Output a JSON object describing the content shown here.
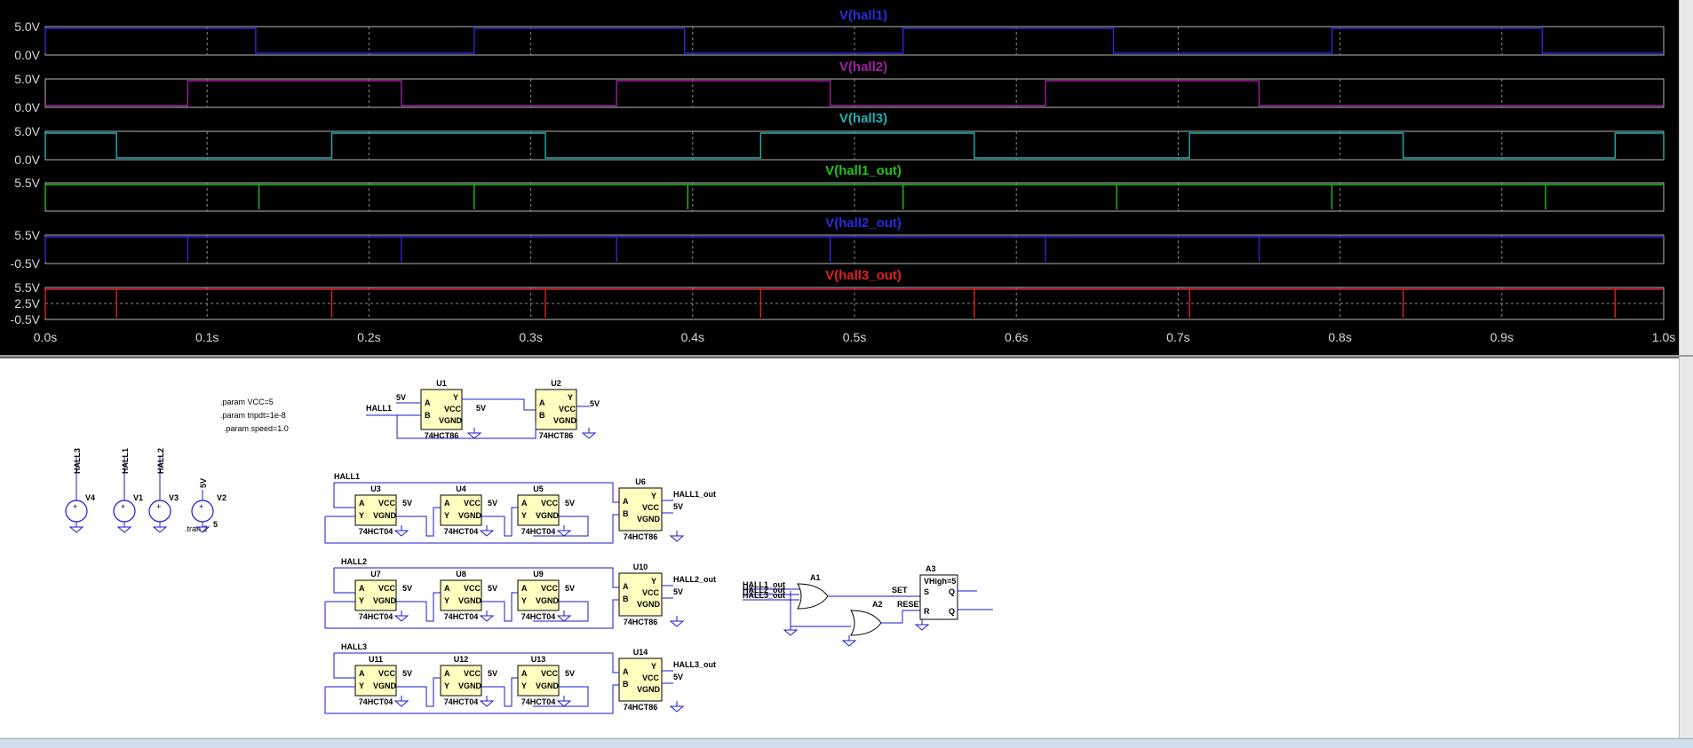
{
  "waveform_viewer": {
    "traces": [
      {
        "name": "V(hall1)",
        "color": "#2a2adc",
        "y_top_label": "5.0V",
        "y_bot_label": "0.0V",
        "high_intervals": [
          [
            0,
            0.13
          ],
          [
            0.265,
            0.395
          ],
          [
            0.53,
            0.66
          ],
          [
            0.795,
            0.925
          ]
        ]
      },
      {
        "name": "V(hall2)",
        "color": "#a020a0",
        "y_top_label": "5.0V",
        "y_bot_label": "0.0V",
        "high_intervals": [
          [
            0.088,
            0.22
          ],
          [
            0.353,
            0.485
          ],
          [
            0.618,
            0.75
          ]
        ]
      },
      {
        "name": "V(hall3)",
        "color": "#20b0b0",
        "y_top_label": "5.0V",
        "y_bot_label": "0.0V",
        "high_intervals": [
          [
            0,
            0.044
          ],
          [
            0.177,
            0.309
          ],
          [
            0.442,
            0.574
          ],
          [
            0.707,
            0.839
          ],
          [
            0.97,
            1.0
          ]
        ]
      },
      {
        "name": "V(hall1_out)",
        "color": "#20c020",
        "y_top_label": "5.5V",
        "y_bot_label": "",
        "edges": [
          0,
          0.132,
          0.265,
          0.397,
          0.53,
          0.662,
          0.795,
          0.927
        ]
      },
      {
        "name": "V(hall2_out)",
        "color": "#2a2adc",
        "y_top_label": "5.5V",
        "y_bot_label": "-0.5V",
        "edges": [
          0,
          0.088,
          0.22,
          0.353,
          0.485,
          0.618,
          0.75
        ]
      },
      {
        "name": "V(hall3_out)",
        "color": "#e02020",
        "y_top_label": "5.5V",
        "y_mid_label": "2.5V",
        "y_bot_label": "-0.5V",
        "edges": [
          0,
          0.044,
          0.177,
          0.309,
          0.442,
          0.574,
          0.707,
          0.839,
          0.97
        ]
      }
    ],
    "x_axis": {
      "ticks": [
        "0.0s",
        "0.1s",
        "0.2s",
        "0.3s",
        "0.4s",
        "0.5s",
        "0.6s",
        "0.7s",
        "0.8s",
        "0.9s",
        "1.0s"
      ],
      "range": [
        0,
        1.0
      ]
    }
  },
  "schematic": {
    "params": [
      ".param VCC=5",
      ".param tripdt=1e-8",
      ".param speed=1.0"
    ],
    "tran": ".tran 2",
    "sources": [
      {
        "ref": "V4",
        "net": "HALL3"
      },
      {
        "ref": "V1",
        "net": "HALL1"
      },
      {
        "ref": "V3",
        "net": "HALL2"
      },
      {
        "ref": "V2",
        "net": "5V",
        "value": "5"
      }
    ],
    "xor_gates": [
      {
        "ref": "U1",
        "part": "74HCT86",
        "in_net": "HALL1"
      },
      {
        "ref": "U2",
        "part": "74HCT86"
      },
      {
        "ref": "U6",
        "part": "74HCT86",
        "out_net": "HALL1_out"
      },
      {
        "ref": "U10",
        "part": "74HCT86",
        "out_net": "HALL2_out"
      },
      {
        "ref": "U14",
        "part": "74HCT86",
        "out_net": "HALL3_out"
      }
    ],
    "inverters": [
      {
        "ref": "U3",
        "part": "74HCT04"
      },
      {
        "ref": "U4",
        "part": "74HCT04"
      },
      {
        "ref": "U5",
        "part": "74HCT04"
      },
      {
        "ref": "U7",
        "part": "74HCT04"
      },
      {
        "ref": "U8",
        "part": "74HCT04"
      },
      {
        "ref": "U9",
        "part": "74HCT04"
      },
      {
        "ref": "U11",
        "part": "74HCT04"
      },
      {
        "ref": "U12",
        "part": "74HCT04"
      },
      {
        "ref": "U13",
        "part": "74HCT04"
      }
    ],
    "row_nets": [
      "HALL1",
      "HALL2",
      "HALL3"
    ],
    "pin_labels": {
      "a": "A",
      "b": "B",
      "y": "Y",
      "vcc": "VCC",
      "vgnd": "VGND",
      "supply": "5V"
    },
    "logic": {
      "a1": "A1",
      "a2": "A2",
      "a3": "A3",
      "inputs": [
        "HALL1_out",
        "HALL2_out",
        "HALL3_out"
      ],
      "set": "SET",
      "reset": "RESET",
      "vhigh": "VHigh=5",
      "s": "S",
      "r": "R",
      "q": "Q"
    }
  }
}
